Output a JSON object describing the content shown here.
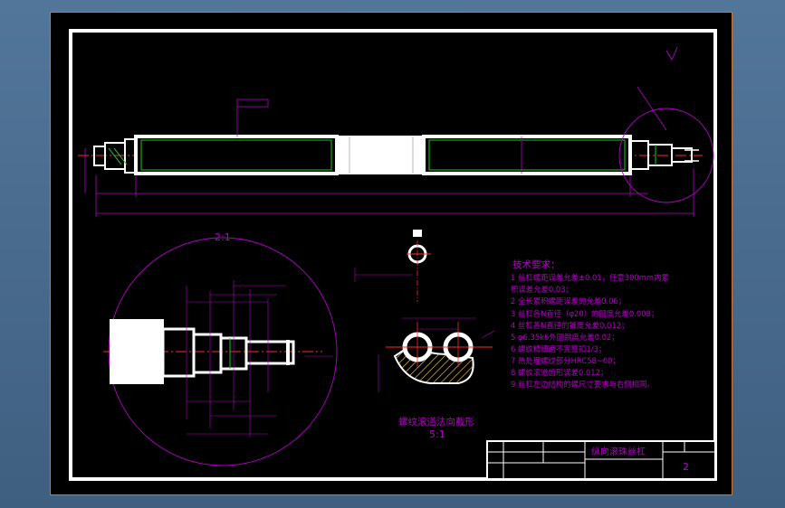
{
  "colors": {
    "background": "#000000",
    "frame": "#ffffff",
    "part": "#ffffff",
    "centerline": "#ff2a2a",
    "dimension": "#b400c8",
    "hatch": "#ffd23a",
    "thread": "#1ec81e",
    "viewport_border": "#c8793a"
  },
  "detail_view": {
    "label": "2:1"
  },
  "section_view": {
    "caption": "螺纹滚道法向截形",
    "scale": "5:1"
  },
  "technical_requirements": {
    "title": "技术要求：",
    "items": [
      "1  丝杠螺距误差允差±0.01，任意300mm内累",
      "    积误差允差0.03；",
      "2  全长累积螺距误差的允差0.06；",
      "3  丝杠各N直径（φ20）的圆度允差0.008；",
      "4  丝杠各N直径的锥度允差0.012；",
      "5  φ6.35k6外圆跳度允差0.02；",
      "6  螺纹精细磨不完整扣1/3；",
      "7  热处理螺纹部分HRC58~60；",
      "8  螺纹滚道齿形误差0.012；",
      "9  丝杠左边结构的螺尺寸要求与右侧相同。"
    ]
  },
  "title_block": {
    "part_name": "纵向滚珠丝杠",
    "sheet": "2"
  }
}
